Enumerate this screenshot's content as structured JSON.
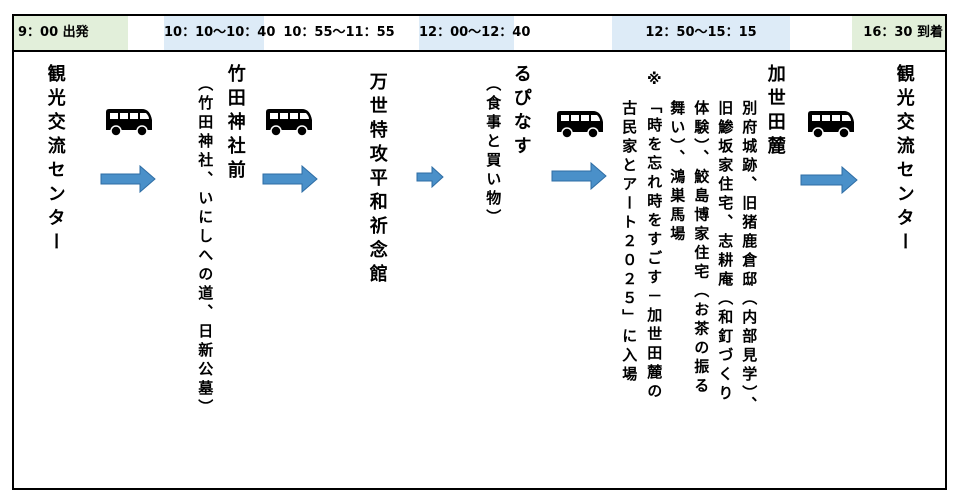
{
  "header": {
    "departure": "9：00 出発",
    "slot1": "10：10〜10：40",
    "slot2": "10：55〜11：55",
    "slot3": "12：00〜12：40",
    "slot4": "12：50〜15：15",
    "arrival": "16：30 到着"
  },
  "colors": {
    "start_end": "#e2efda",
    "stop": "#ddebf7",
    "arrow": "#4a90c9"
  },
  "stops": [
    {
      "name": "観光交流センター"
    },
    {
      "name": "竹田神社前",
      "note": "（竹田神社、いにしへの道、日新公墓）"
    },
    {
      "name": "万世特攻平和祈念館"
    },
    {
      "name": "るぴなす",
      "note": "（食事と買い物）"
    },
    {
      "name": "加世田麓",
      "details": [
        "別府城跡、旧猪鹿倉邸（内部見学）、",
        "旧鯵坂家住宅、志耕庵（和釘づくり",
        "体験）、鮫島博家住宅（お茶の振る",
        "舞い）、鴻巣馬場"
      ],
      "remark": [
        "※",
        "「時を忘れ時をすごす－加世田麓の",
        "古民家とアート２０２５」に入場"
      ]
    },
    {
      "name": "観光交流センター"
    }
  ],
  "icons": {
    "bus": "bus-icon",
    "arrow": "right-arrow-icon"
  }
}
